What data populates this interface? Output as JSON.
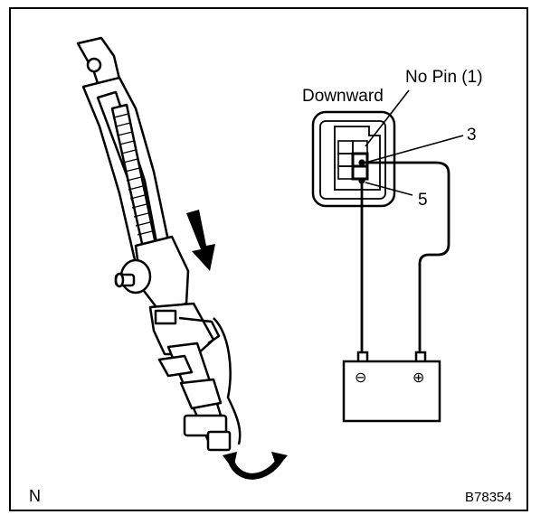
{
  "labels": {
    "downward": "Downward",
    "no_pin": "No Pin (1)",
    "terminal_3": "3",
    "terminal_5": "5",
    "negative": "⊖",
    "positive": "⊕",
    "corner": "N",
    "figure_id": "B78354"
  }
}
